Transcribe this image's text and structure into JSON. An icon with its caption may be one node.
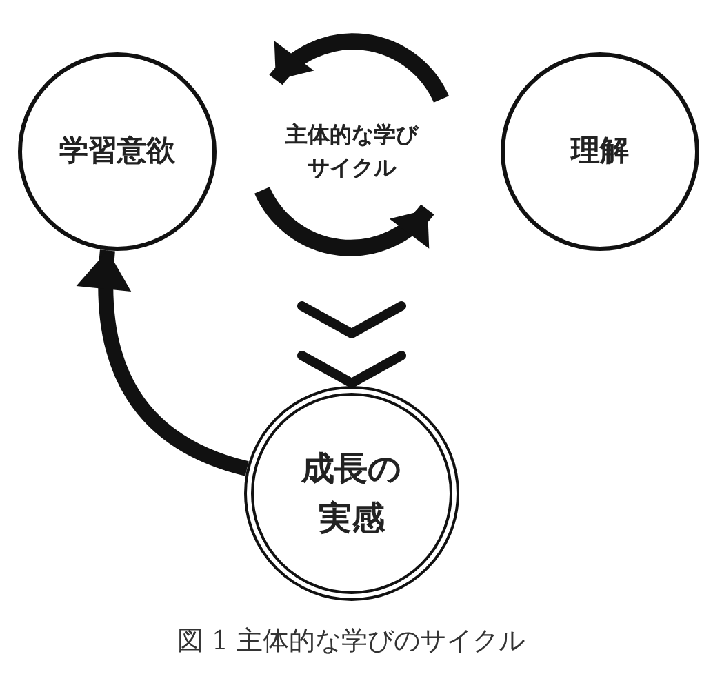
{
  "diagram": {
    "caption": "図 1 主体的な学びのサイクル",
    "nodes": [
      {
        "text": [
          "学習意欲"
        ]
      },
      {
        "text": [
          "主体的な学びサイクル"
        ]
      },
      {
        "text": [
          "理解"
        ]
      },
      {
        "text": [
          "成長の実感"
        ]
      }
    ],
    "edges": [
      {
        "from": 1,
        "to": 3,
        "arrow": "to"
      },
      {
        "from": 3,
        "to": 0,
        "arrow": "to"
      }
    ]
  }
}
